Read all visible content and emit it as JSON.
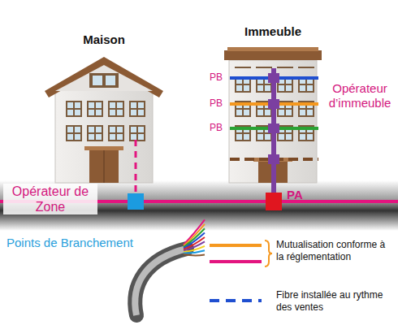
{
  "diagram": {
    "nodes": [
      {
        "text": [
          "Maison"
        ]
      },
      {
        "text": [
          "Immeuble"
        ]
      },
      {
        "text": [
          "PA"
        ]
      }
    ],
    "edges": [
      {
        "from": 1,
        "to": 2,
        "arrow": "none"
      }
    ],
    "labels": [
      "PB",
      "PB",
      "PB",
      "Opérateur d’immeuble",
      "Opérateur de Zone",
      "Points de Branchement"
    ],
    "legend": [
      {
        "text": "Mutualisation conforme à la réglementation"
      },
      {
        "text": "Fibre installée au rythme des ventes"
      }
    ]
  }
}
